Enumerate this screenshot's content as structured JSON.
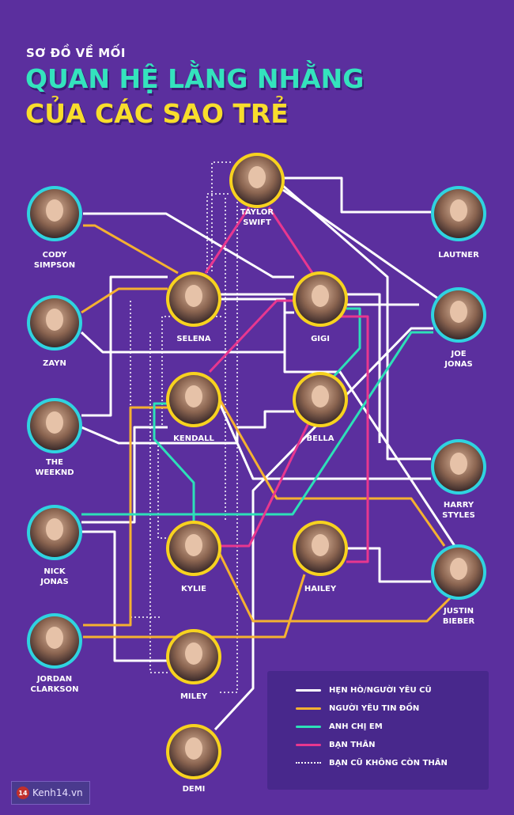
{
  "header": {
    "pre_title": "SƠ ĐỒ VỀ MỐI",
    "title_line1": "QUAN HỆ LẰNG NHẰNG",
    "title_line2": "CỦA CÁC SAO TRẺ"
  },
  "colors": {
    "background": "#5b2f9e",
    "dating": "#ffffff",
    "rumored": "#f5b130",
    "siblings": "#2de0b8",
    "best_friends": "#e8378f",
    "ring": "#f7d21f"
  },
  "nodes": [
    {
      "id": "taylor",
      "label": [
        "TAYLOR",
        "SWIFT"
      ]
    },
    {
      "id": "cody",
      "label": [
        "CODY",
        "SIMPSON"
      ]
    },
    {
      "id": "lautner",
      "label": [
        "LAUTNER"
      ]
    },
    {
      "id": "selena",
      "label": [
        "SELENA"
      ]
    },
    {
      "id": "gigi",
      "label": [
        "GIGI"
      ]
    },
    {
      "id": "zayn",
      "label": [
        "ZAYN"
      ]
    },
    {
      "id": "joe",
      "label": [
        "JOE",
        "JONAS"
      ]
    },
    {
      "id": "kendall",
      "label": [
        "KENDALL"
      ]
    },
    {
      "id": "bella",
      "label": [
        "BELLA"
      ]
    },
    {
      "id": "weeknd",
      "label": [
        "THE",
        "WEEKND"
      ]
    },
    {
      "id": "harry",
      "label": [
        "HARRY",
        "STYLES"
      ]
    },
    {
      "id": "nick",
      "label": [
        "NICK",
        "JONAS"
      ]
    },
    {
      "id": "kylie",
      "label": [
        "KYLIE"
      ]
    },
    {
      "id": "hailey",
      "label": [
        "HAILEY"
      ]
    },
    {
      "id": "justin",
      "label": [
        "JUSTIN",
        "BIEBER"
      ]
    },
    {
      "id": "jordan",
      "label": [
        "JORDAN",
        "CLARKSON"
      ]
    },
    {
      "id": "miley",
      "label": [
        "MILEY"
      ]
    },
    {
      "id": "demi",
      "label": [
        "DEMI"
      ]
    }
  ],
  "legend": [
    {
      "label": "HẸN HÒ/NGƯỜI YÊU CŨ",
      "style": "solid",
      "color": "#ffffff"
    },
    {
      "label": "NGƯỜI YÊU TIN ĐỒN",
      "style": "solid",
      "color": "#f5b130"
    },
    {
      "label": "ANH CHỊ EM",
      "style": "solid",
      "color": "#2de0b8"
    },
    {
      "label": "BẠN THÂN",
      "style": "solid",
      "color": "#e8378f"
    },
    {
      "label": "BẠN CŨ KHÔNG CÒN THÂN",
      "style": "dotted",
      "color": "#ffffff"
    }
  ],
  "footer": {
    "logo_badge": "14",
    "logo_text": "Kenh14.vn"
  }
}
